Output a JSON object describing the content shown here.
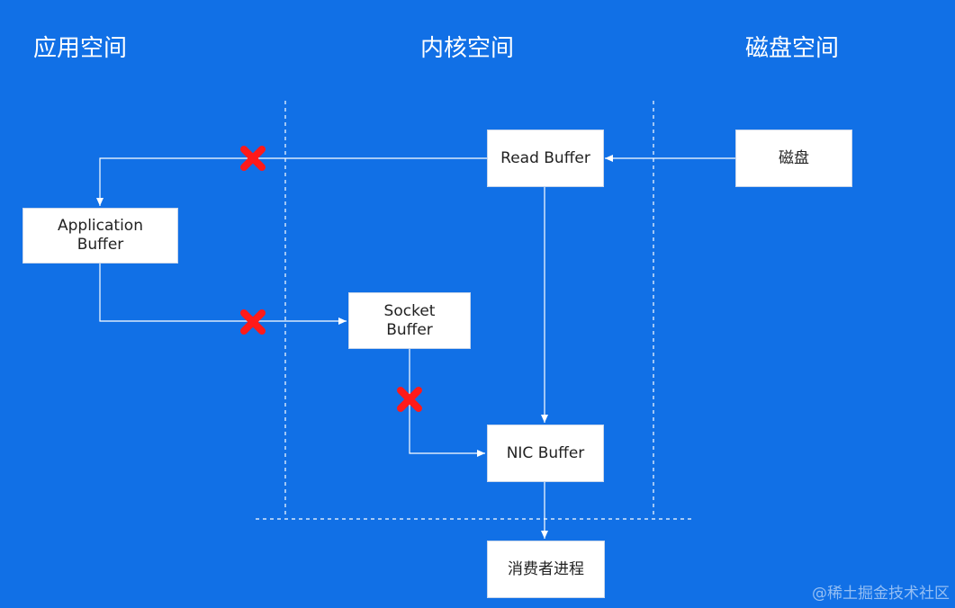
{
  "zones": {
    "app": "应用空间",
    "kernel": "内核空间",
    "disk": "磁盘空间"
  },
  "boxes": {
    "read_buffer": "Read Buffer",
    "disk": "磁盘",
    "application_buffer": "Application\nBuffer",
    "socket_buffer": "Socket\nBuffer",
    "nic_buffer": "NIC Buffer",
    "consumer_process": "消费者进程"
  },
  "watermark": "@稀土掘金技术社区",
  "colors": {
    "background": "#1170e6",
    "line": "#ffffff",
    "blocked_marker": "#ff1a1a"
  }
}
